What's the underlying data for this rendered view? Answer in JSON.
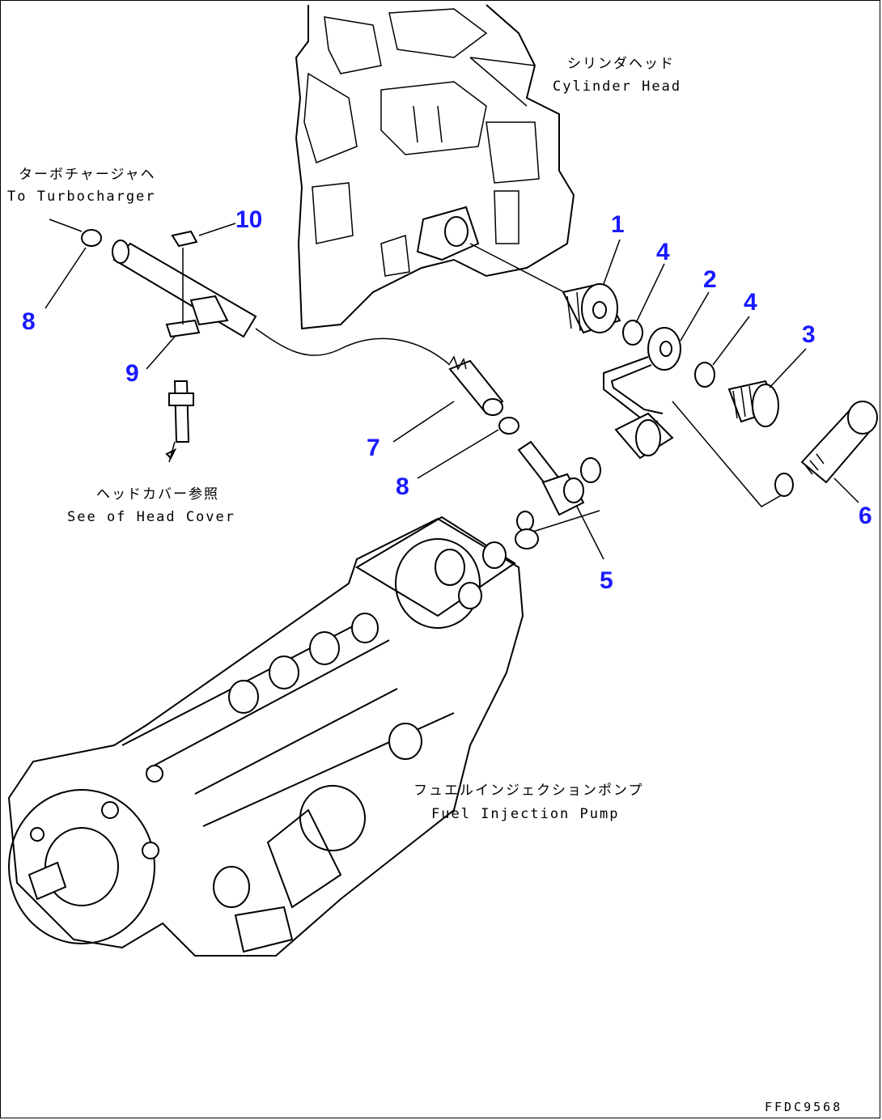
{
  "labels": {
    "cylinder_head_jp": "シリンダヘッド",
    "cylinder_head_en": "Cylinder Head",
    "turbo_jp": "ターボチャージャヘ",
    "turbo_en": "To Turbocharger",
    "head_cover_jp": "ヘッドカバー参照",
    "head_cover_en": "See of Head Cover",
    "pump_jp": "フュエルインジェクションポンプ",
    "pump_en": "Fuel Injection Pump"
  },
  "callouts": {
    "n1": "1",
    "n2": "2",
    "n3": "3",
    "n4a": "4",
    "n4b": "4",
    "n5": "5",
    "n6": "6",
    "n7": "7",
    "n8a": "8",
    "n8b": "8",
    "n9": "9",
    "n10": "10"
  },
  "drawing_code": "FFDC9568",
  "colors": {
    "callout": "#1a1aff",
    "line": "#000000"
  }
}
